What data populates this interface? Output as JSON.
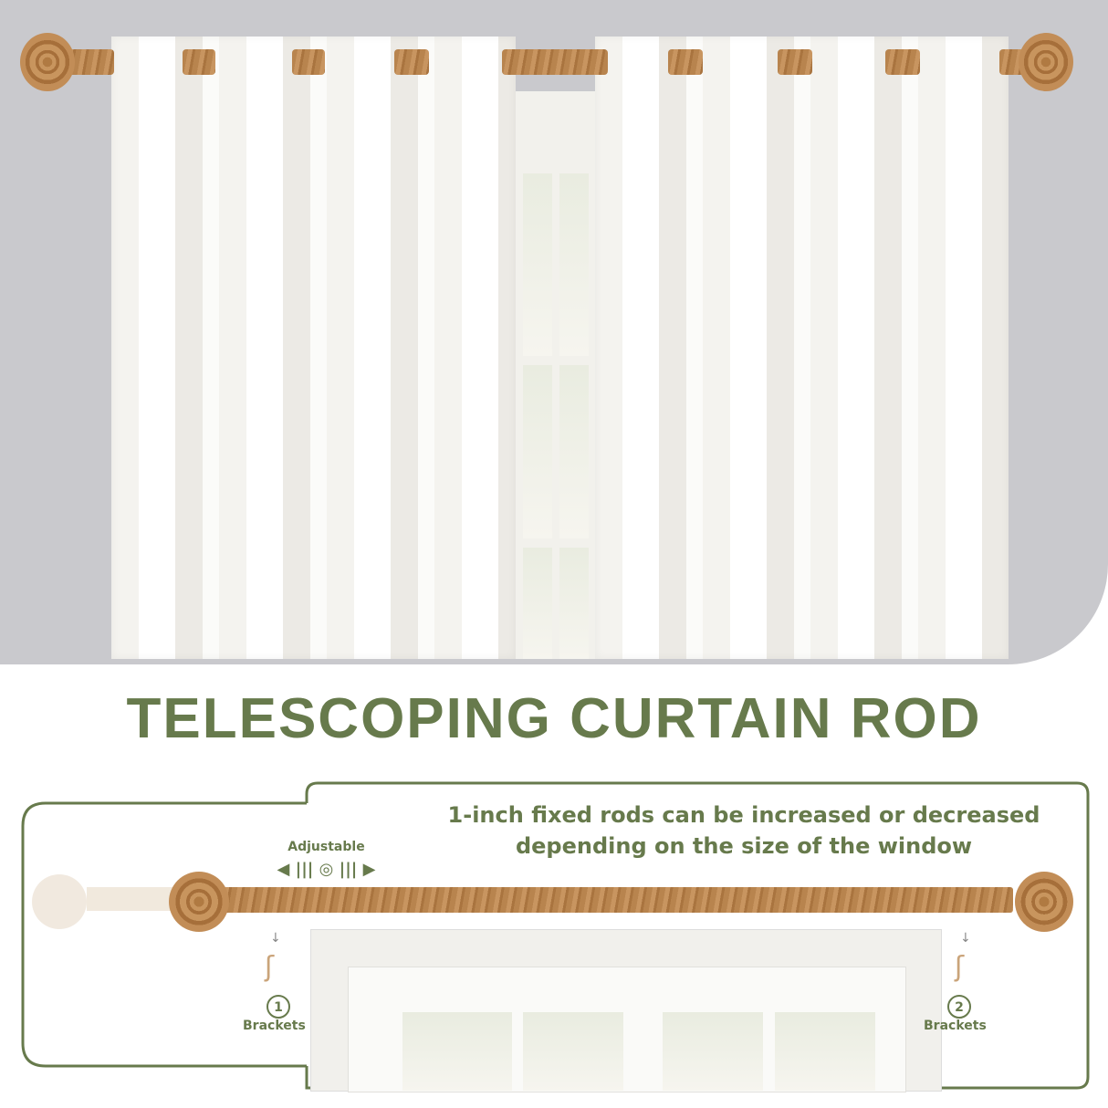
{
  "heading": "TELESCOPING CURTAIN ROD",
  "description": {
    "line1": "1-inch fixed rods can be increased or decreased",
    "line2": "depending on the size of the window"
  },
  "adjustable_label": "Adjustable",
  "brackets": [
    {
      "number": "1",
      "label": "Brackets"
    },
    {
      "number": "2",
      "label": "Brackets"
    }
  ],
  "colors": {
    "accent": "#677a4c",
    "wood": "#b8844e",
    "background": "#c9c9cd"
  }
}
